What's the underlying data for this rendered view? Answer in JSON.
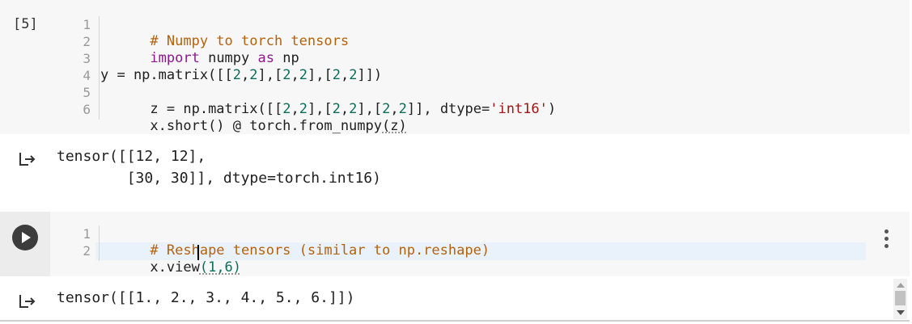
{
  "cell1": {
    "execution_count": "[5]",
    "code_lines": [
      {
        "num": "1",
        "text": "# Numpy to torch tensors"
      },
      {
        "num": "2",
        "kw": "import",
        "rest1": " numpy ",
        "kw2": "as",
        "rest2": " np"
      },
      {
        "num": "3",
        "text": ""
      },
      {
        "num": "4",
        "text": "y = np.matrix([[2,2],[2,2],[2,2]])"
      },
      {
        "num": "5",
        "text1": "z = np.matrix([[2,2],[2,2],[2,2]], dtype=",
        "str": "'int16'",
        "text2": ")"
      },
      {
        "num": "6",
        "text1": "x.short() @ torch.from_numpy",
        "text2": "(z)"
      }
    ],
    "output_lines": [
      "tensor([[12, 12],",
      "        [30, 30]], dtype=torch.int16)"
    ]
  },
  "cell2": {
    "code_lines": [
      {
        "num": "1",
        "text": "# Reshape tensors (similar to np.reshape)"
      },
      {
        "num": "2",
        "text1": "x.view",
        "text2": "(1,6)"
      }
    ],
    "output_lines": [
      "tensor([[1., 2., 3., 4., 5., 6.]])"
    ]
  },
  "icons": {
    "output": "output-arrow-icon",
    "run": "play-icon",
    "more": "vertical-dots-icon"
  },
  "colors": {
    "comment": "#b5620c",
    "keyword": "#8b1b8b",
    "number": "#0a6e5a",
    "string": "#a31515",
    "cell_bg": "#f7f7f7"
  }
}
